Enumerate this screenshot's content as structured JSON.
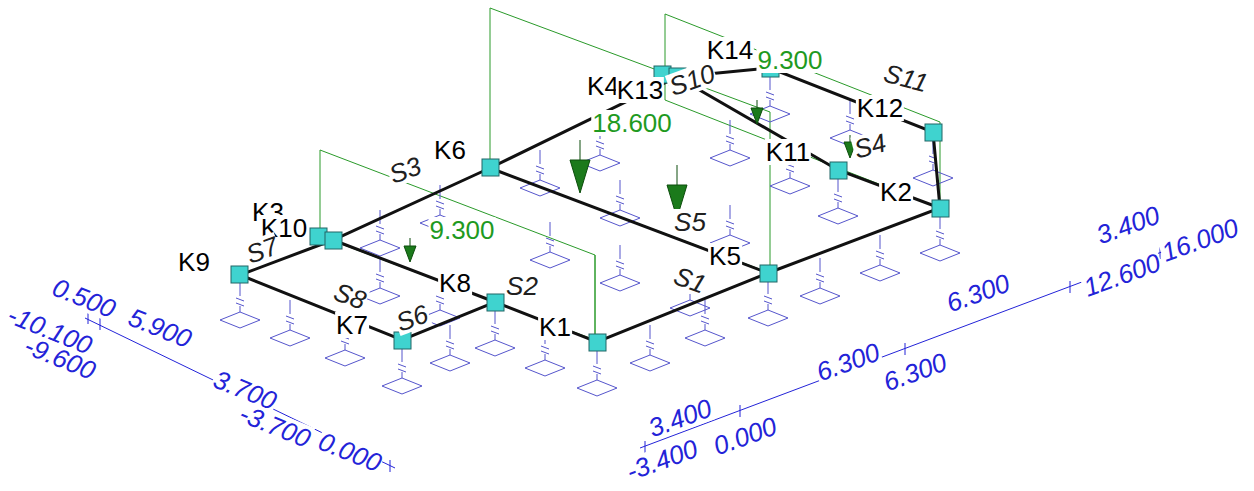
{
  "diagram": {
    "labels": [
      "K14",
      "K4",
      "K13",
      "S10",
      "9.300",
      "S11",
      "K12",
      "S4",
      "18.600",
      "K11",
      "K2",
      "K6",
      "S3",
      "S5",
      "S1",
      "K5",
      "9.300",
      "K3",
      "K10",
      "K9",
      "S7",
      "K8",
      "S2",
      "S8",
      "S6",
      "K7",
      "K1",
      "0.500",
      "5.900",
      "-10.100",
      "-9.600",
      "3.700",
      "-3.700",
      "0.000",
      "3.400",
      "6.300",
      "6.300",
      "3.400",
      "-3.400",
      "0.000",
      "6.300",
      "12.600",
      "16.000"
    ]
  }
}
